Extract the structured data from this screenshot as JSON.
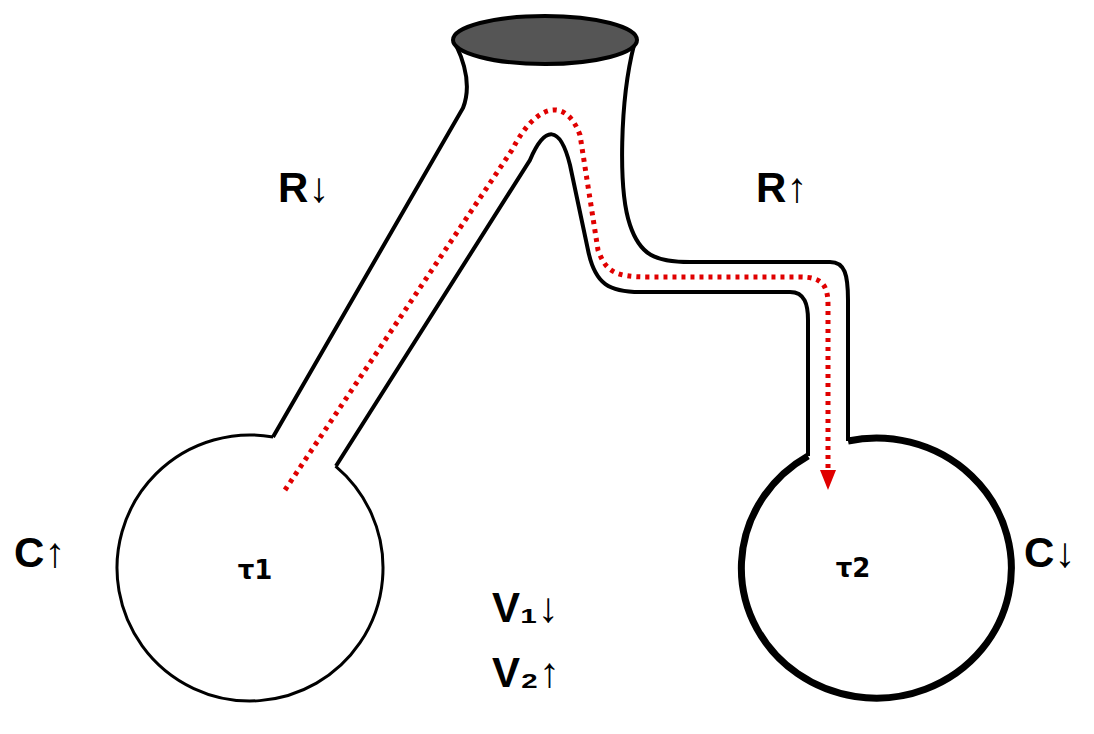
{
  "diagram": {
    "nodes": [
      {
        "text": [
          "τ1"
        ]
      },
      {
        "text": [
          "τ2"
        ]
      }
    ],
    "labels": [
      "R↓",
      "R↑",
      "C↑",
      "C↓",
      "V₁↓",
      "V₂↑"
    ]
  }
}
